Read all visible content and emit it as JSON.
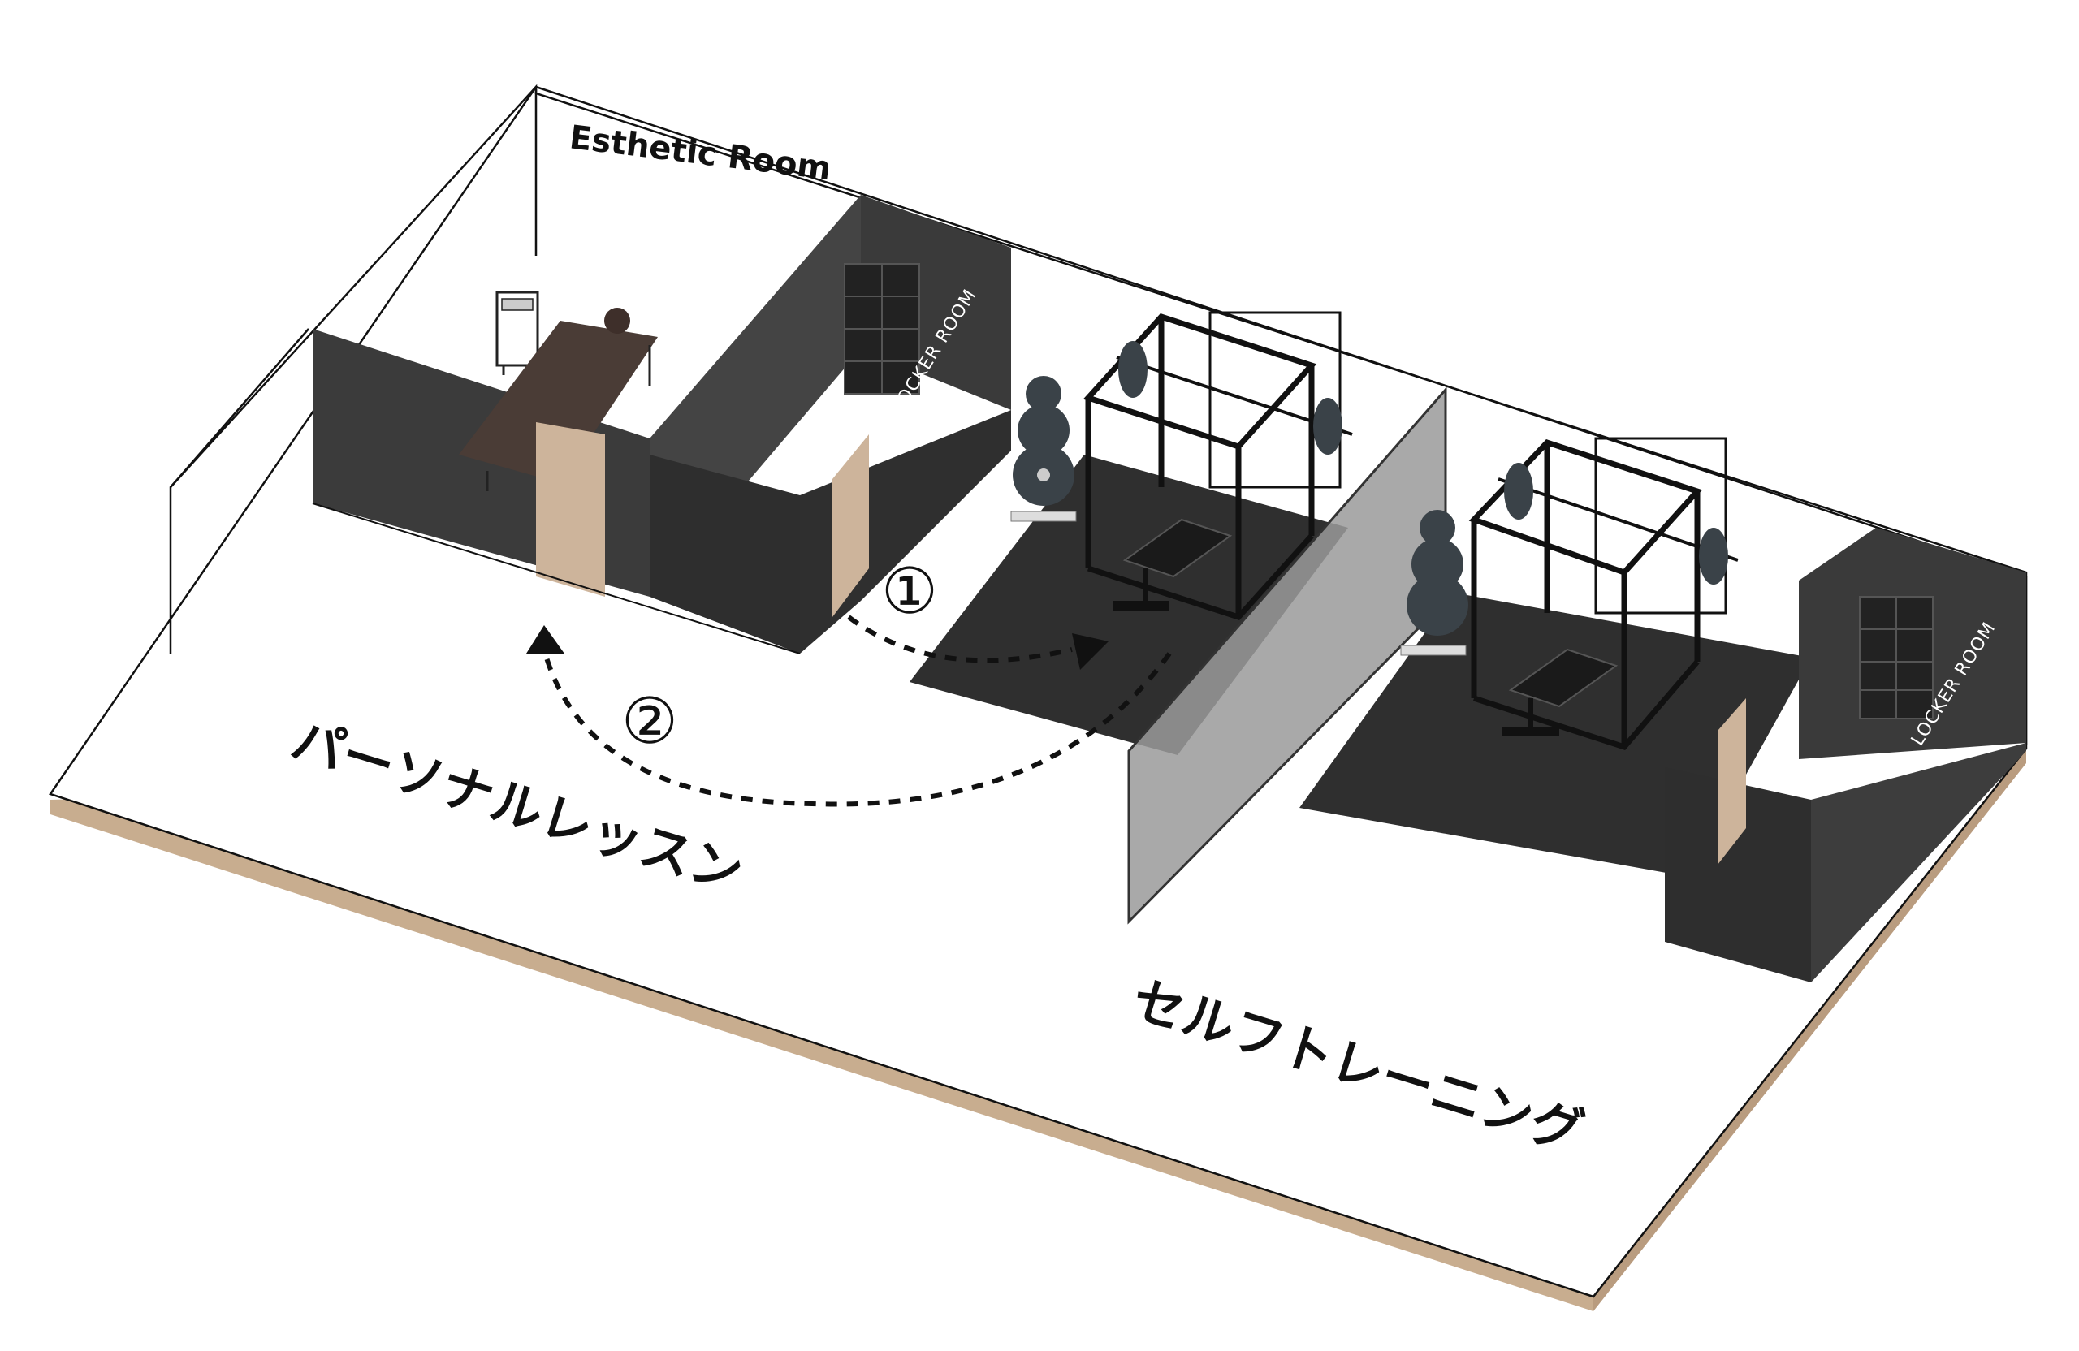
{
  "labels": {
    "esthetic_room": "Esthetic Room",
    "locker_room_left": "LOCKER ROOM",
    "locker_room_right": "LOCKER ROOM",
    "personal_lesson": "パーソナルレッスン",
    "self_training": "セルフトレーニング",
    "step_1": "①",
    "step_2": "②"
  },
  "colors": {
    "floor": "#ffffff",
    "floor_edge": "#c8ad8f",
    "wall_dark": "#3b3b3b",
    "wall_darker": "#2e2e2e",
    "mat": "#2f2f2f",
    "door": "#cdb49b",
    "glass": "#9a9a9a",
    "table": "#4a3c36"
  },
  "icons": [
    "power-rack-icon",
    "bench-icon",
    "plate-stack-icon",
    "locker-icon",
    "esthetic-machine-icon",
    "massage-table-icon",
    "door-icon"
  ]
}
